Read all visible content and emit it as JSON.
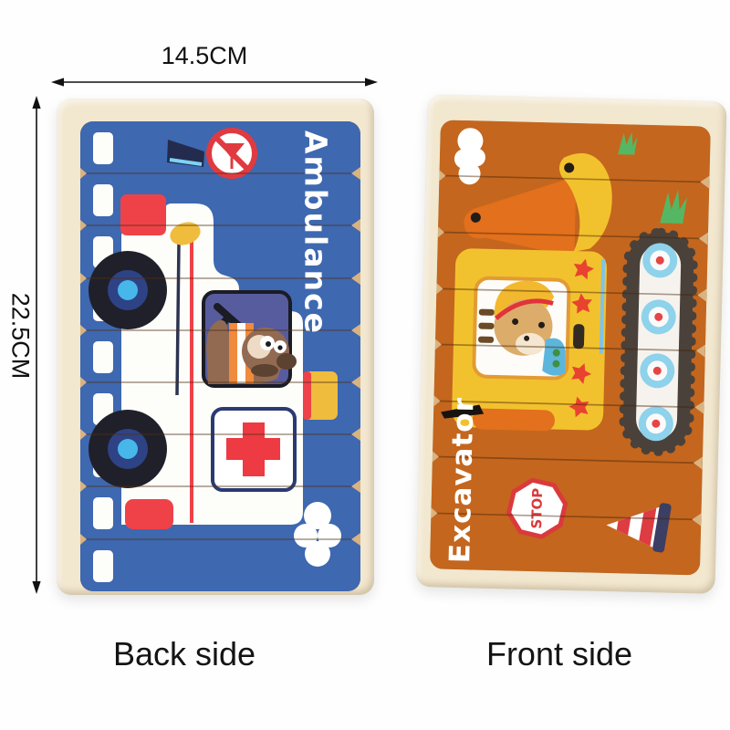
{
  "dimensions": {
    "width_label": "14.5CM",
    "height_label": "22.5CM"
  },
  "captions": {
    "back": "Back side",
    "front": "Front side"
  },
  "puzzles": {
    "back": {
      "title": "Ambulance",
      "strip_count": 9,
      "icons": [
        "siren-horn-icon",
        "no-drinking-sign-icon",
        "road-dash-icon",
        "wheel-icon",
        "roof-light-icon",
        "mirror-icon",
        "red-cross-icon",
        "taillight-icon",
        "bumper-icon",
        "cloud-icon",
        "dog-driver-icon",
        "rearview-mirror-icon"
      ]
    },
    "front": {
      "title": "Excavator",
      "stop_label": "STOP",
      "strip_count": 8,
      "icons": [
        "cloud-icon",
        "grass-icon",
        "bucket-icon",
        "boom-arm-icon",
        "cab-icon",
        "bear-driver-icon",
        "star-icon",
        "exhaust-icon",
        "caterpillar-track-icon",
        "roller-wheel-icon",
        "stop-sign-icon",
        "traffic-cone-icon",
        "wiper-icon"
      ]
    }
  },
  "colors": {
    "back_bg": "#3e68b0",
    "front_bg": "#c4661e",
    "wood": "#f2e7cf",
    "wood_recess": "#d9b382",
    "accent_red": "#ee4248",
    "accent_yellow": "#f2c23a",
    "annotation": "#111111"
  }
}
